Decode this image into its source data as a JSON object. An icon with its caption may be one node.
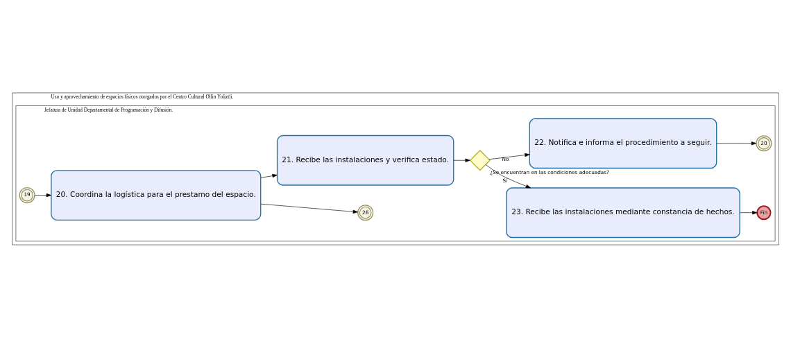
{
  "diagram": {
    "nodes": [
      {
        "text": [
          "Uso y aprovechamiento de espacios físicos otorgados por el Centro Cultural Ollin Yoliztli."
        ]
      },
      {
        "text": [
          "Jefatura de Unidad Departamental de Programación y Difusión."
        ],
        "in": 0
      },
      {
        "text": [
          "19"
        ],
        "in": 1
      },
      {
        "text": [
          "20. Coordina la logística para el prestamo del espacio."
        ],
        "in": 1
      },
      {
        "text": [
          "26"
        ],
        "in": 1
      },
      {
        "text": [
          "21. Recibe las instalaciones y verifica estado."
        ],
        "in": 1
      },
      {
        "text": [
          "¿Se encuentran en las condiciones adecuadas?"
        ],
        "in": 1
      },
      {
        "text": [
          "23. Recibe las instalaciones mediante constancia de hechos."
        ],
        "in": 1
      },
      {
        "text": [
          "Fin"
        ],
        "in": 1
      },
      {
        "text": [
          "22. Notifica e informa el procedimiento a seguir."
        ],
        "in": 1
      },
      {
        "text": [
          "20"
        ],
        "in": 1
      }
    ],
    "edges": [
      {
        "from": 2,
        "to": 3,
        "arrow": "to"
      },
      {
        "from": 3,
        "to": 4,
        "arrow": "to"
      },
      {
        "from": 3,
        "to": 5,
        "arrow": "to"
      },
      {
        "from": 5,
        "to": 6,
        "arrow": "to"
      },
      {
        "from": 6,
        "to": 7,
        "label": "Sí",
        "arrow": "to"
      },
      {
        "from": 7,
        "to": 8,
        "arrow": "to"
      },
      {
        "from": 6,
        "to": 9,
        "label": "No",
        "arrow": "to"
      },
      {
        "from": 9,
        "to": 10,
        "arrow": "to"
      }
    ]
  }
}
